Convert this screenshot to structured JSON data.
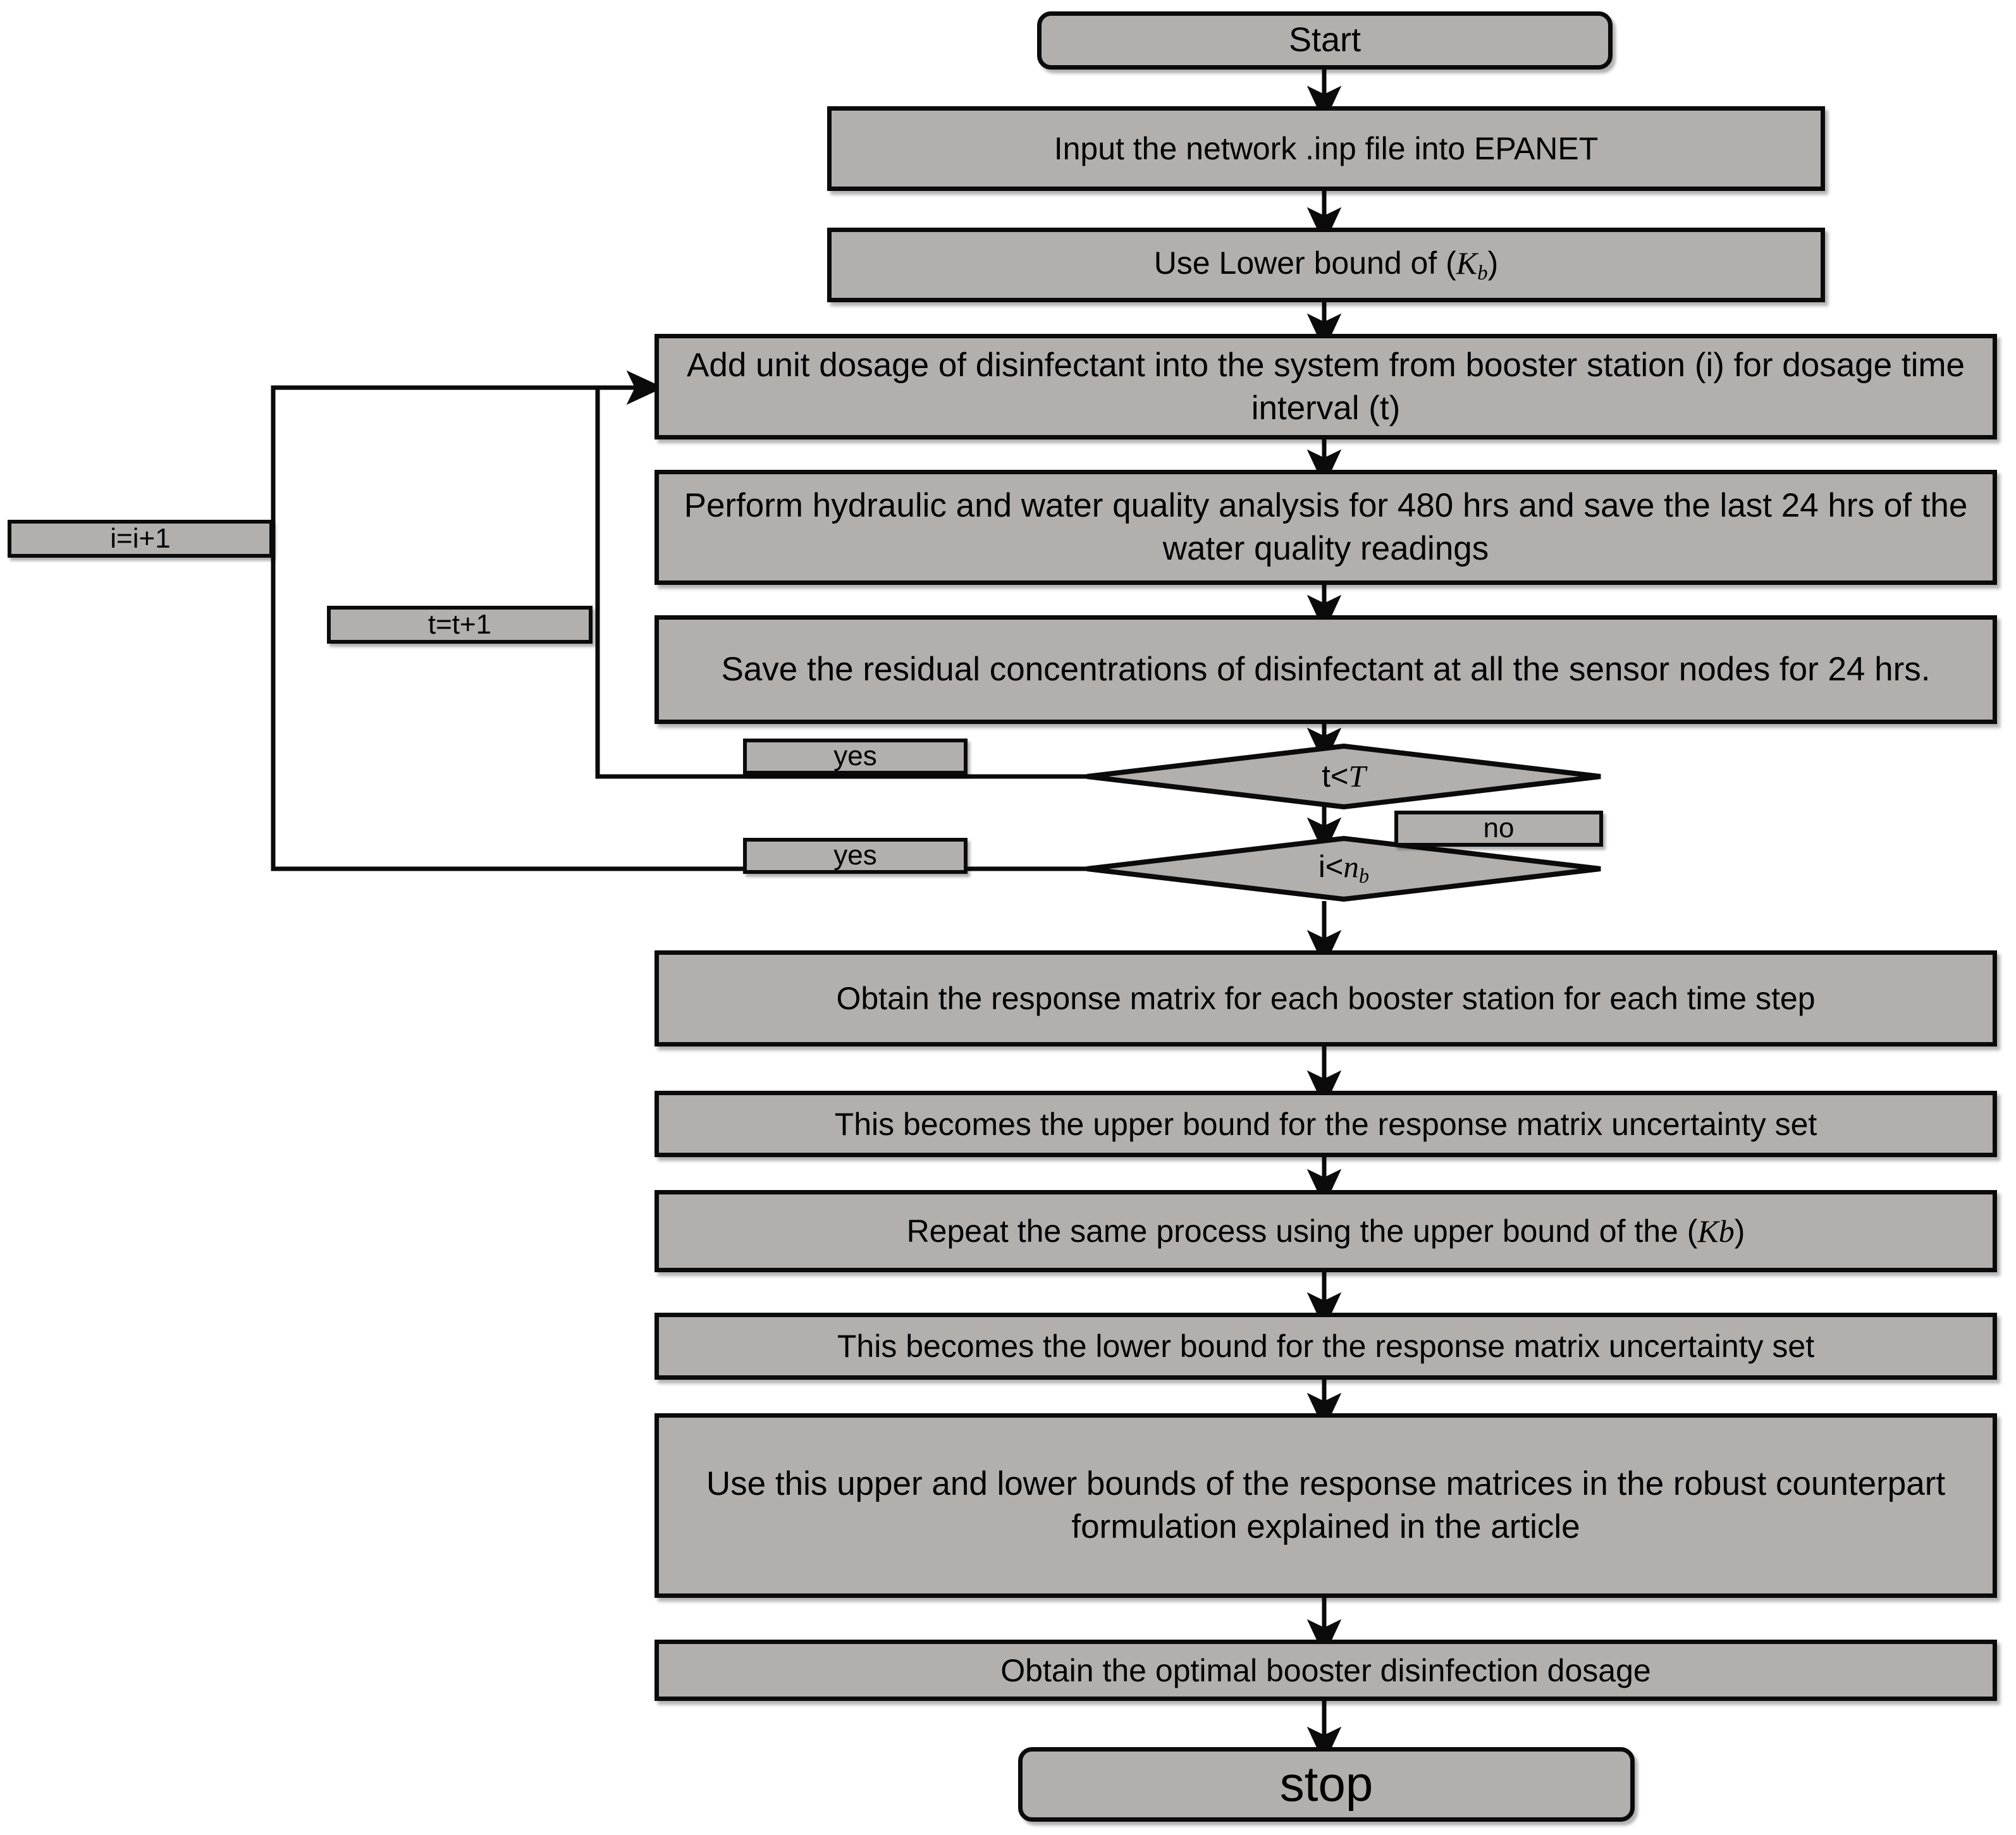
{
  "diagram": {
    "title": "Booster disinfection response-matrix flowchart",
    "fill_color": "#b3afad",
    "stroke_color": "#0b0b0b",
    "background": "#ffffff"
  },
  "nodes": {
    "start": {
      "label": "Start",
      "shape": "terminator"
    },
    "input_epanet": {
      "label": "Input the network .inp file into EPANET",
      "shape": "process"
    },
    "lower_bound": {
      "label_pre": "Use Lower bound of (",
      "label_var": "K",
      "label_sub": "b",
      "label_post": ")",
      "shape": "process"
    },
    "add_dosage": {
      "label": "Add unit dosage of disinfectant into the system from booster station (i) for dosage time interval (t)",
      "shape": "process"
    },
    "perform_analysis": {
      "label": "Perform hydraulic and water quality analysis for 480 hrs and save the last 24 hrs of the water quality readings",
      "shape": "process"
    },
    "save_residual": {
      "label": "Save  the residual concentrations of disinfectant at all the sensor nodes for 24 hrs.",
      "shape": "process"
    },
    "decision_t": {
      "label_pre": "t<",
      "label_var": "T",
      "shape": "decision"
    },
    "decision_i": {
      "label_pre": "i<",
      "label_var": "n",
      "label_sub": "b",
      "shape": "decision"
    },
    "obtain_matrix": {
      "label": "Obtain the response matrix for each booster station for each time step",
      "shape": "process"
    },
    "upper_bound_set": {
      "label": "This becomes the upper bound for the response matrix uncertainty set",
      "shape": "process"
    },
    "repeat_upper": {
      "label_pre": "Repeat the same process using the upper bound of the (",
      "label_var": "Kb",
      "label_post": ")",
      "shape": "process"
    },
    "lower_bound_set": {
      "label": "This becomes the lower bound for the response matrix uncertainty set",
      "shape": "process"
    },
    "robust_counterpart": {
      "label": "Use this upper and lower bounds of the response matrices in the robust counterpart formulation explained in the article",
      "shape": "process"
    },
    "optimal_dosage": {
      "label": "Obtain the optimal booster disinfection dosage",
      "shape": "process"
    },
    "stop": {
      "label": "stop",
      "shape": "terminator"
    },
    "i_increment": {
      "label": "i=i+1",
      "shape": "process"
    },
    "t_increment": {
      "label": "t=t+1",
      "shape": "process"
    }
  },
  "edge_labels": {
    "yes_t": "yes",
    "yes_i": "yes",
    "no_t": "no"
  }
}
